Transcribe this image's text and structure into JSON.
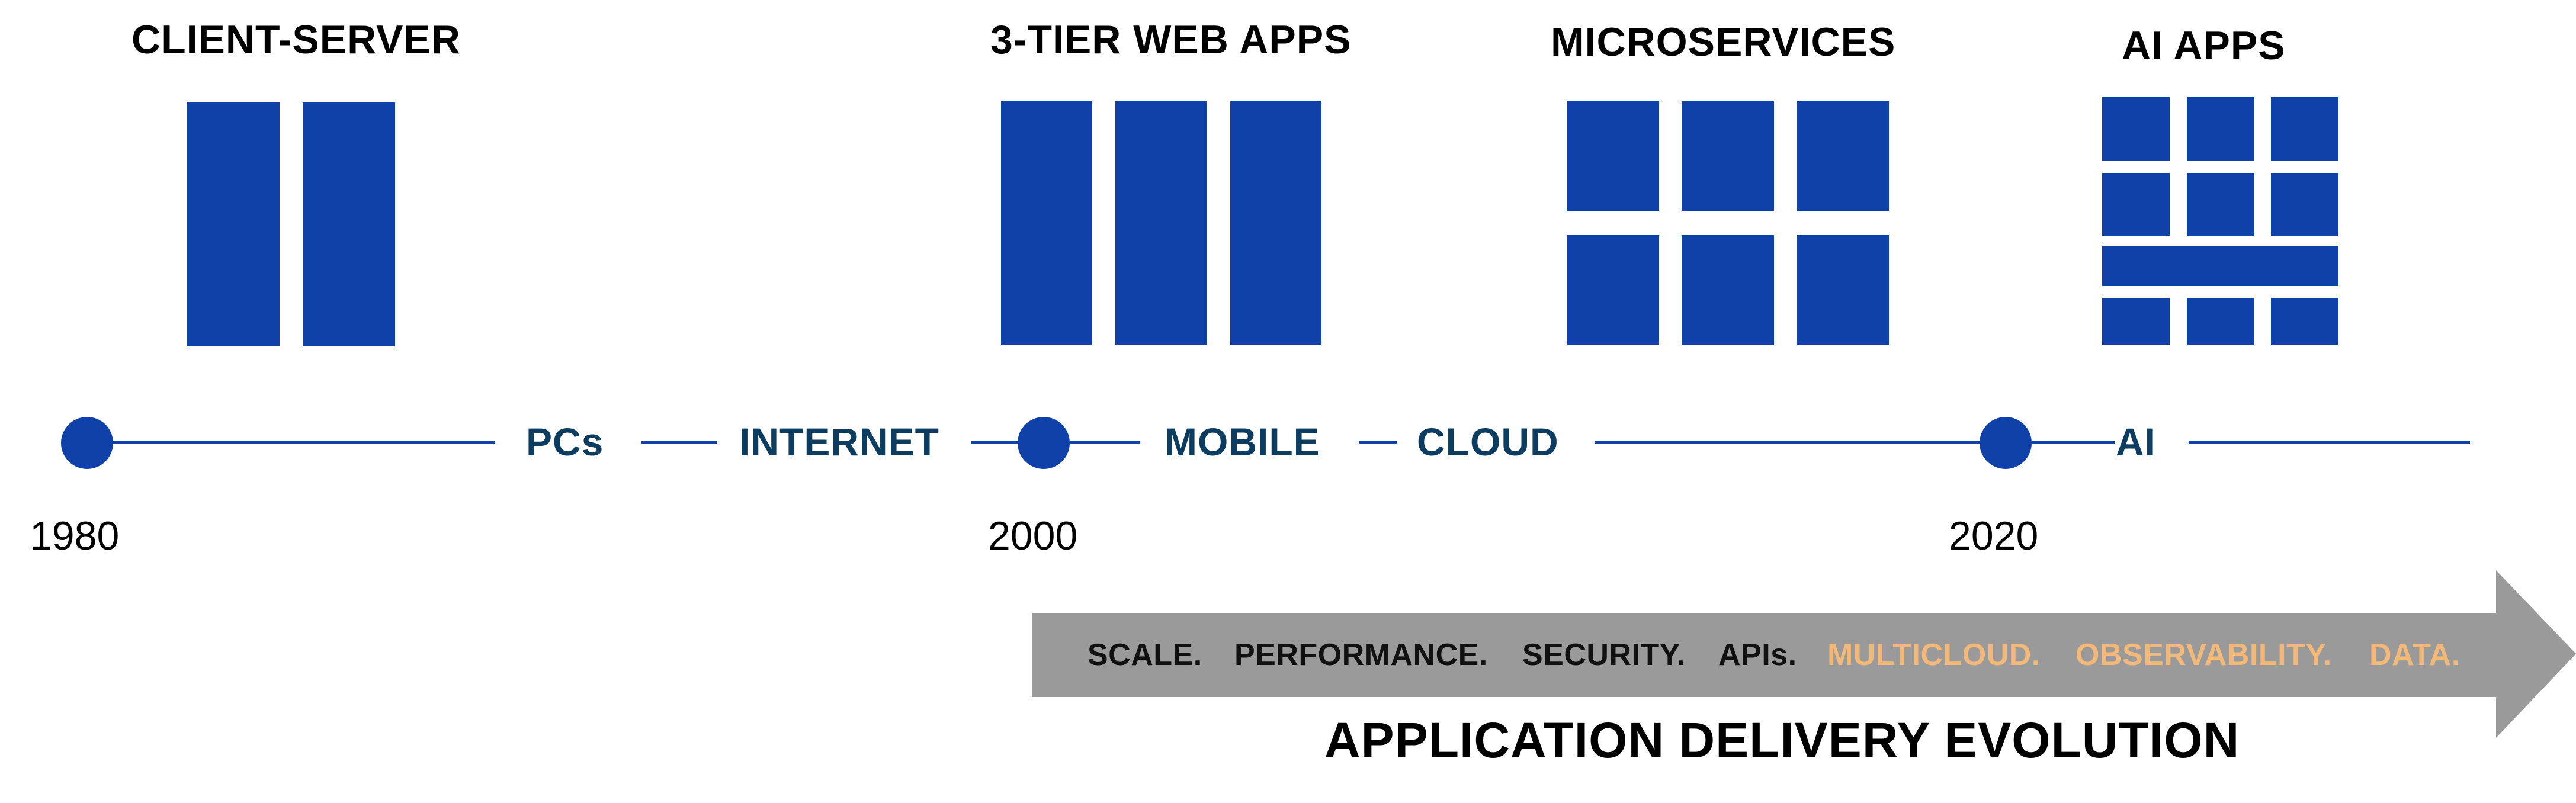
{
  "eras": [
    {
      "title": "CLIENT-SERVER"
    },
    {
      "title": "3-TIER WEB APPS"
    },
    {
      "title": "MICROSERVICES"
    },
    {
      "title": "AI APPS"
    }
  ],
  "timeline": {
    "labels": [
      "PCs",
      "INTERNET",
      "MOBILE",
      "CLOUD",
      "AI"
    ],
    "years": [
      "1980",
      "2000",
      "2020"
    ]
  },
  "arrow": {
    "items_dark": [
      "SCALE.",
      "PERFORMANCE.",
      "SECURITY.",
      "APIs."
    ],
    "items_light": [
      "MULTICLOUD.",
      "OBSERVABILITY.",
      "DATA."
    ]
  },
  "footer": {
    "title": "APPLICATION DELIVERY EVOLUTION"
  },
  "colors": {
    "block": "#0f41a8",
    "label": "#0d3c61",
    "arrow": "#9a9a9a",
    "highlight": "#f2b97a"
  }
}
